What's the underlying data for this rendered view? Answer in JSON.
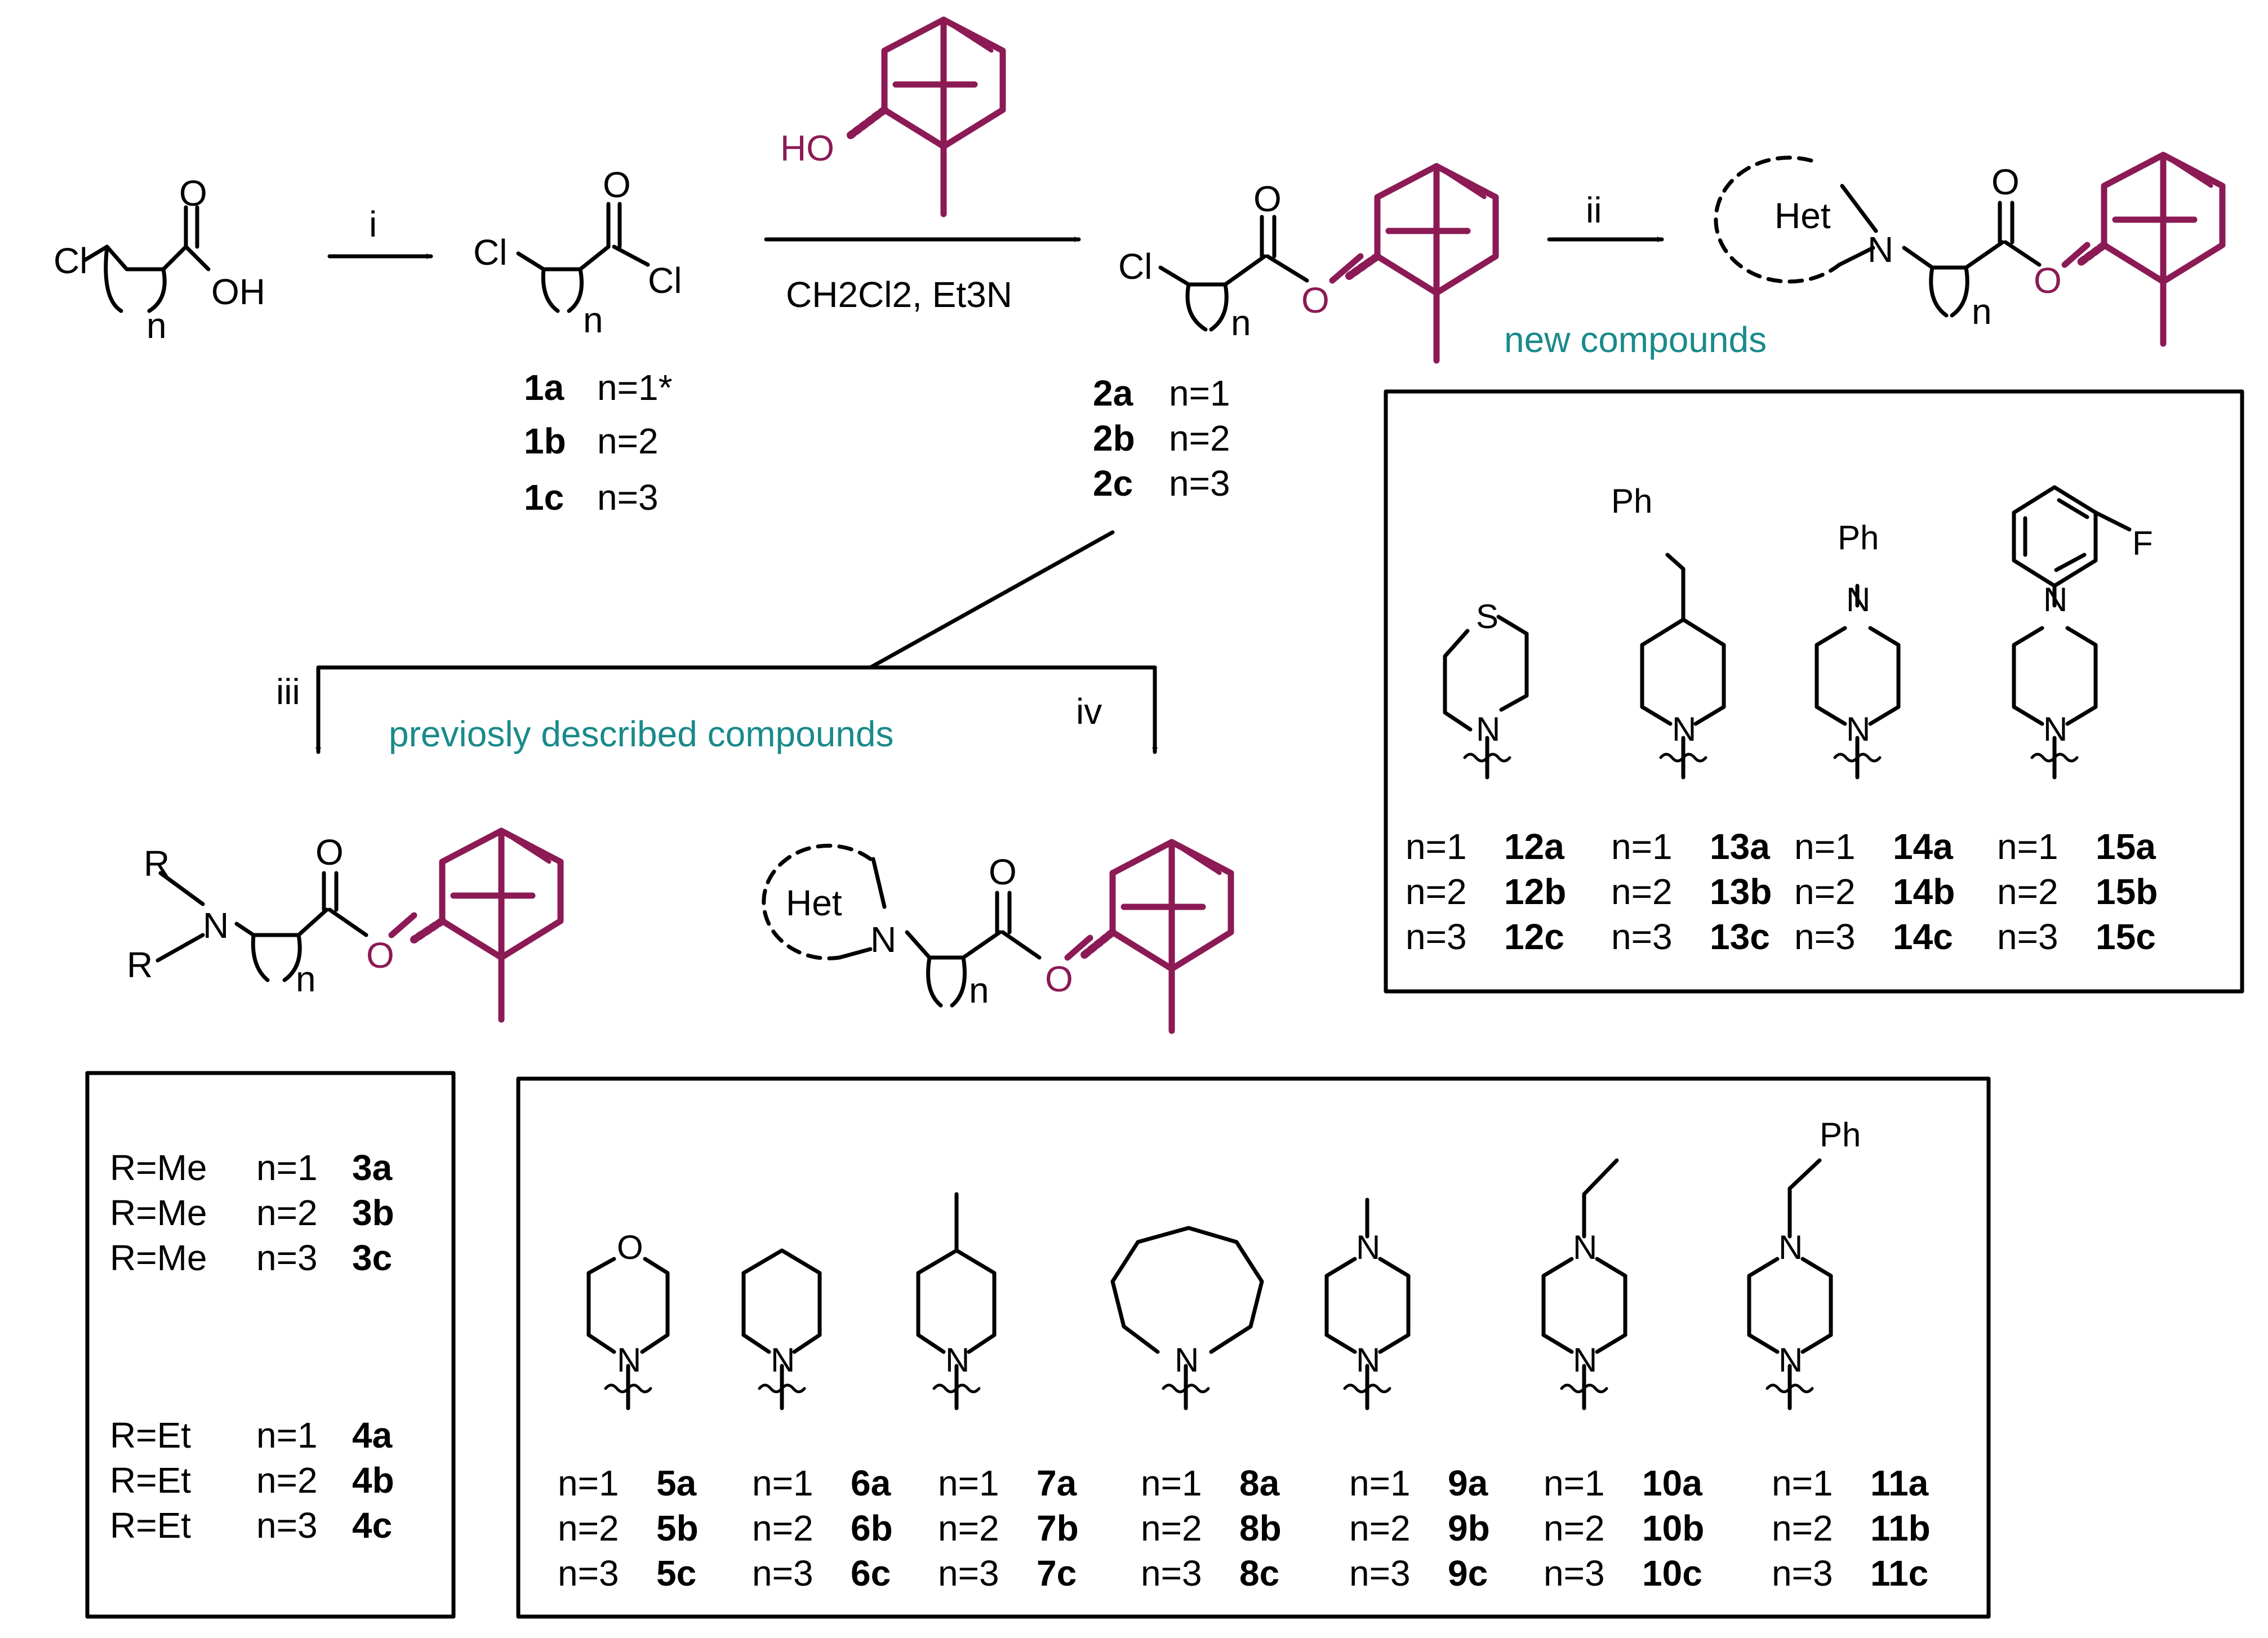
{
  "colors": {
    "ink": "#000000",
    "accent": "#8b1a55",
    "note": "#1a8a8a"
  },
  "labels": {
    "step_i": "i",
    "step_ii": "ii",
    "step_iii": "iii",
    "step_iv": "iv",
    "cl": "Cl",
    "oh": "OH",
    "o": "O",
    "n": "n",
    "N": "N",
    "S": "S",
    "F": "F",
    "ph": "Ph",
    "het": "Het",
    "r": "R",
    "ho": "HO",
    "reagents": "CH2Cl2, Et3N",
    "new_compounds": "new compounds",
    "previous_compounds": "previosly described compounds"
  },
  "compounds_1": [
    {
      "id": "1a",
      "n": "n=1*"
    },
    {
      "id": "1b",
      "n": "n=2"
    },
    {
      "id": "1c",
      "n": "n=3"
    }
  ],
  "compounds_2": [
    {
      "id": "2a",
      "n": "n=1"
    },
    {
      "id": "2b",
      "n": "n=2"
    },
    {
      "id": "2c",
      "n": "n=3"
    }
  ],
  "amine_series": [
    {
      "r": "R=Me",
      "n": "n=1",
      "id": "3a"
    },
    {
      "r": "R=Me",
      "n": "n=2",
      "id": "3b"
    },
    {
      "r": "R=Me",
      "n": "n=3",
      "id": "3c"
    },
    {
      "r": "R=Et",
      "n": "n=1",
      "id": "4a"
    },
    {
      "r": "R=Et",
      "n": "n=2",
      "id": "4b"
    },
    {
      "r": "R=Et",
      "n": "n=3",
      "id": "4c"
    }
  ],
  "new_series": [
    {
      "ids": [
        "12a",
        "12b",
        "12c"
      ]
    },
    {
      "ids": [
        "13a",
        "13b",
        "13c"
      ]
    },
    {
      "ids": [
        "14a",
        "14b",
        "14c"
      ]
    },
    {
      "ids": [
        "15a",
        "15b",
        "15c"
      ]
    }
  ],
  "old_series": [
    {
      "ids": [
        "5a",
        "5b",
        "5c"
      ]
    },
    {
      "ids": [
        "6a",
        "6b",
        "6c"
      ]
    },
    {
      "ids": [
        "7a",
        "7b",
        "7c"
      ]
    },
    {
      "ids": [
        "8a",
        "8b",
        "8c"
      ]
    },
    {
      "ids": [
        "9a",
        "9b",
        "9c"
      ]
    },
    {
      "ids": [
        "10a",
        "10b",
        "10c"
      ]
    },
    {
      "ids": [
        "11a",
        "11b",
        "11c"
      ]
    }
  ],
  "n_values": [
    "n=1",
    "n=2",
    "n=3"
  ]
}
